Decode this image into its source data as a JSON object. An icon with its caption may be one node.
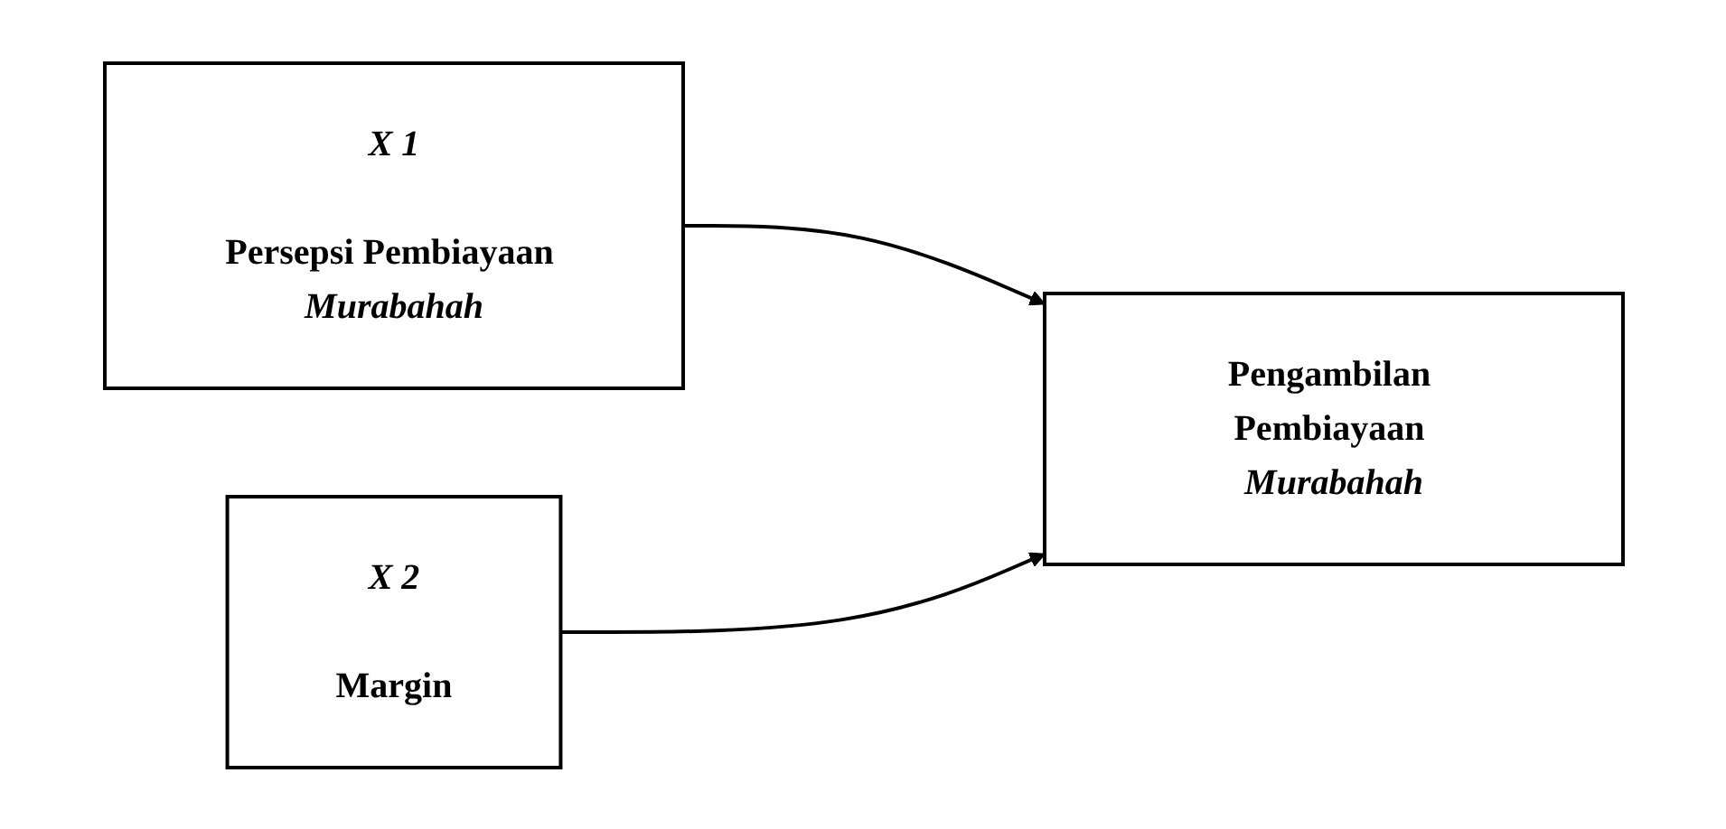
{
  "diagram": {
    "nodes": [
      {
        "text": [
          "X 1",
          "Persepsi Pembiayaan *Murabahah*"
        ]
      },
      {
        "text": [
          "X 2",
          "Margin"
        ]
      },
      {
        "text": [
          "Pengambilan Pembiayaan *Murabahah*"
        ]
      }
    ],
    "edges": [
      {
        "from": 0,
        "to": 2,
        "arrow": "to"
      },
      {
        "from": 1,
        "to": 2,
        "arrow": "to"
      }
    ]
  }
}
